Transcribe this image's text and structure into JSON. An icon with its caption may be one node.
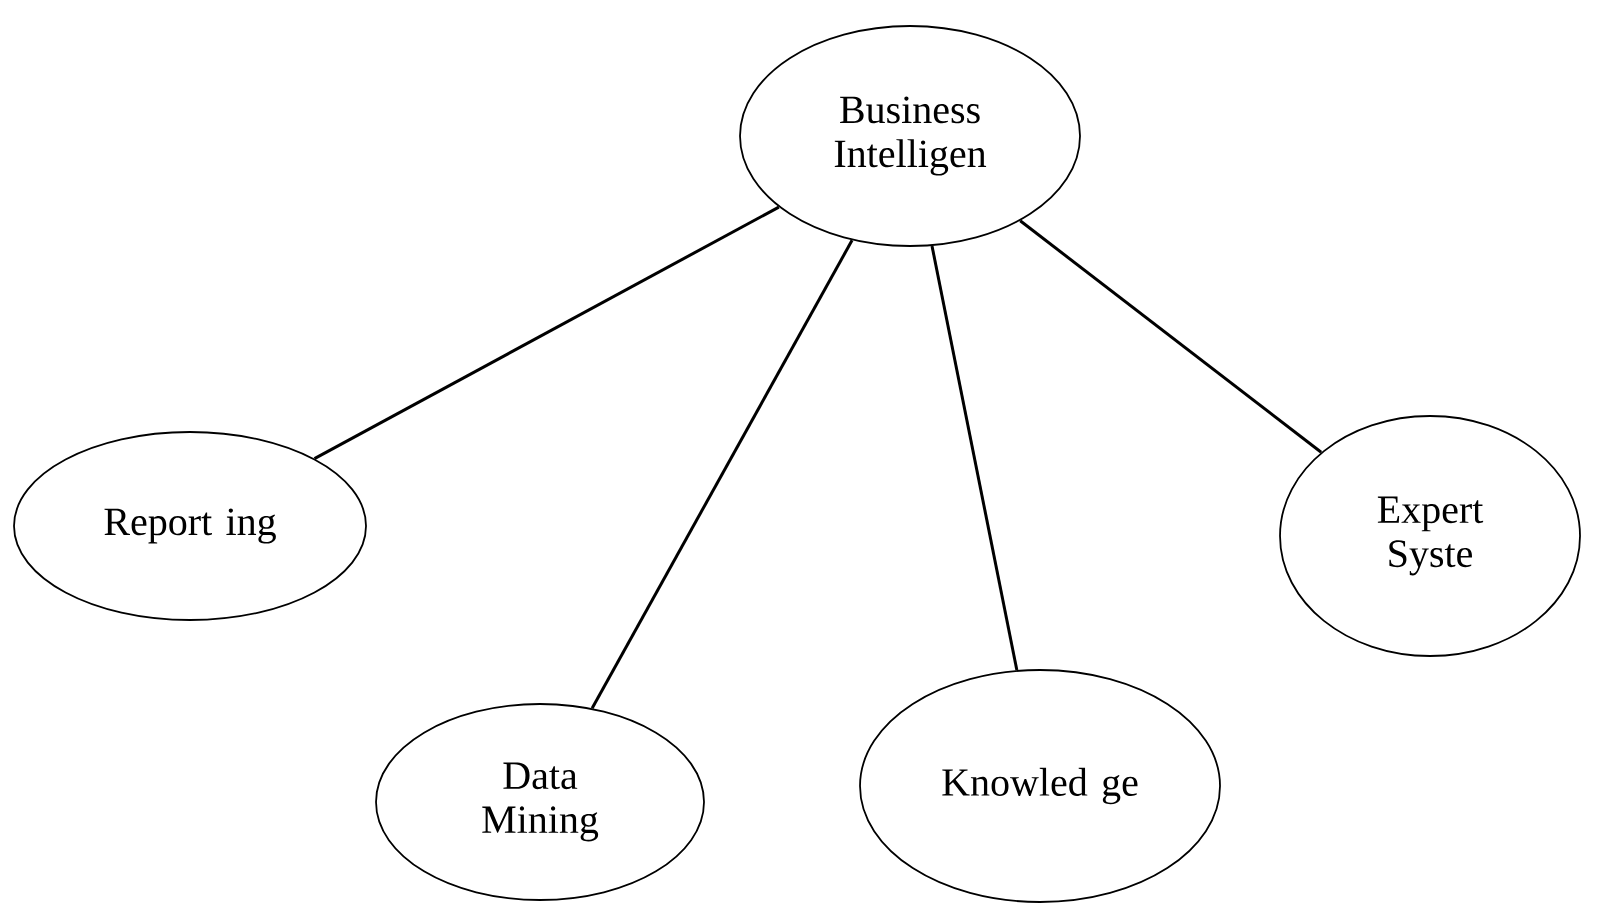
{
  "diagram": {
    "nodes": [
      {
        "text": [
          "Business Intelligen"
        ]
      },
      {
        "text": [
          "Report ing"
        ]
      },
      {
        "text": [
          "Data Mining"
        ]
      },
      {
        "text": [
          "Knowled ge"
        ]
      },
      {
        "text": [
          "Expert Syste"
        ]
      }
    ],
    "edges": [
      {
        "from": 0,
        "to": 1,
        "arrow": "none"
      },
      {
        "from": 0,
        "to": 2,
        "arrow": "none"
      },
      {
        "from": 0,
        "to": 3,
        "arrow": "none"
      },
      {
        "from": 0,
        "to": 4,
        "arrow": "none"
      }
    ]
  }
}
